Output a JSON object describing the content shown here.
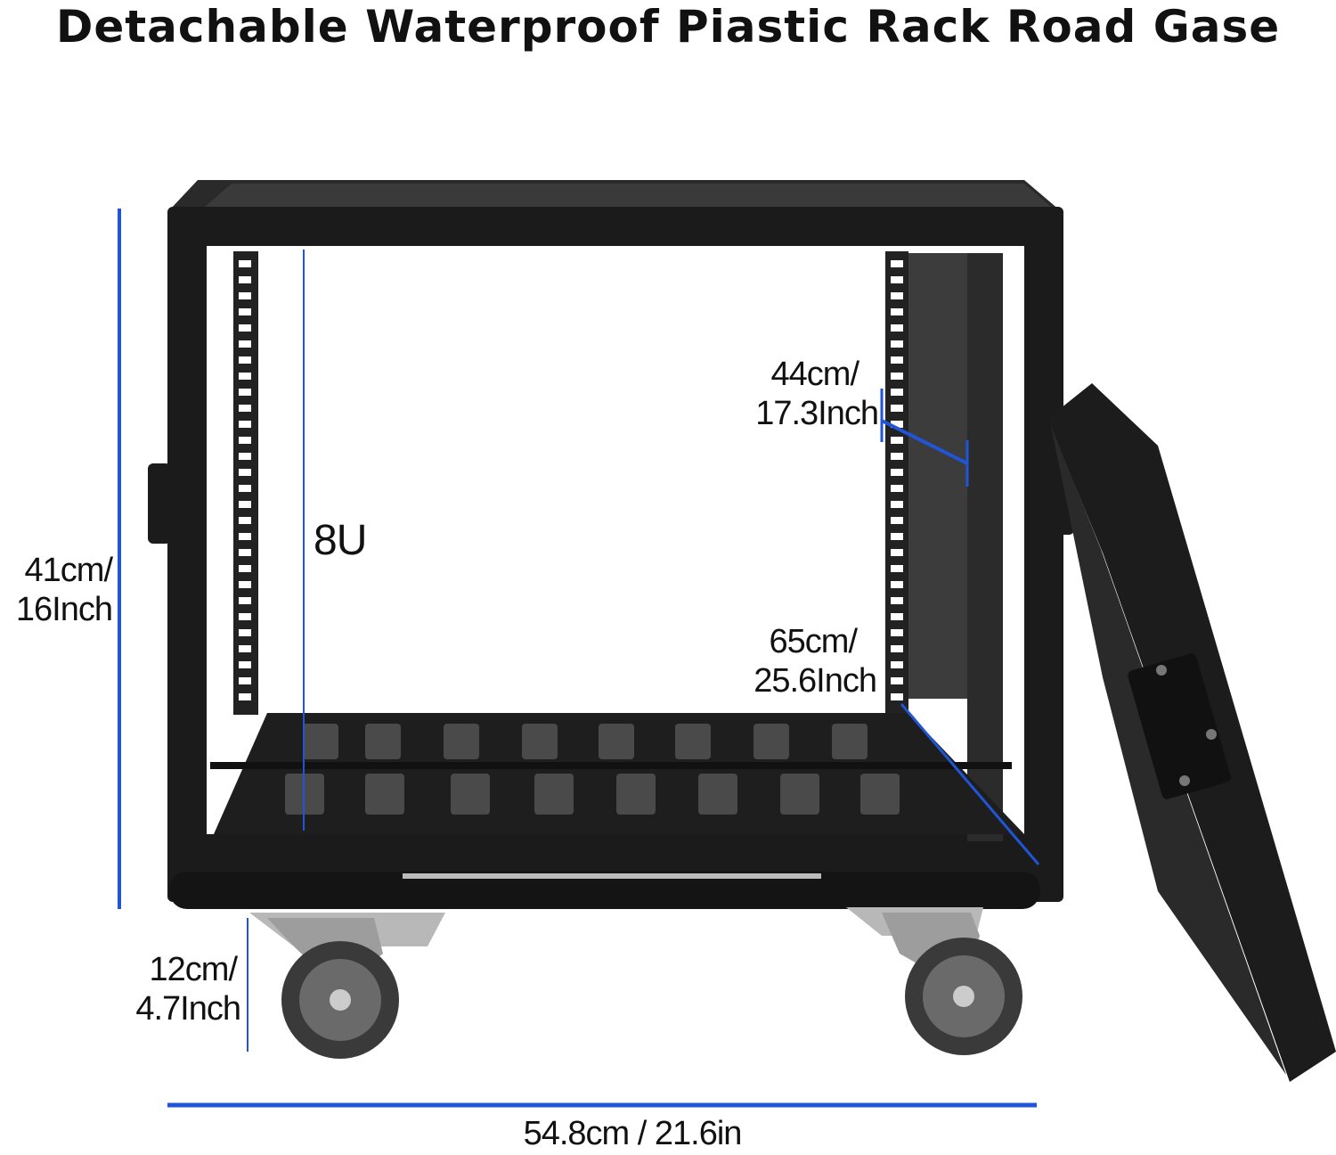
{
  "title": "Detachable Waterproof Piastic Rack Road Gase",
  "dimensions": {
    "height": {
      "line1": "41cm/",
      "line2": "16Inch"
    },
    "rack_units": "8U",
    "width_inner": {
      "line1": "44cm/",
      "line2": "17.3Inch"
    },
    "depth": {
      "line1": "65cm/",
      "line2": "25.6Inch"
    },
    "caster_height": {
      "line1": "12cm/",
      "line2": "4.7Inch"
    },
    "overall_width": "54.8cm / 21.6in"
  },
  "colors": {
    "dimension_line": "#1f55d6",
    "case_body": "#1b1b1b",
    "background": "#ffffff"
  }
}
